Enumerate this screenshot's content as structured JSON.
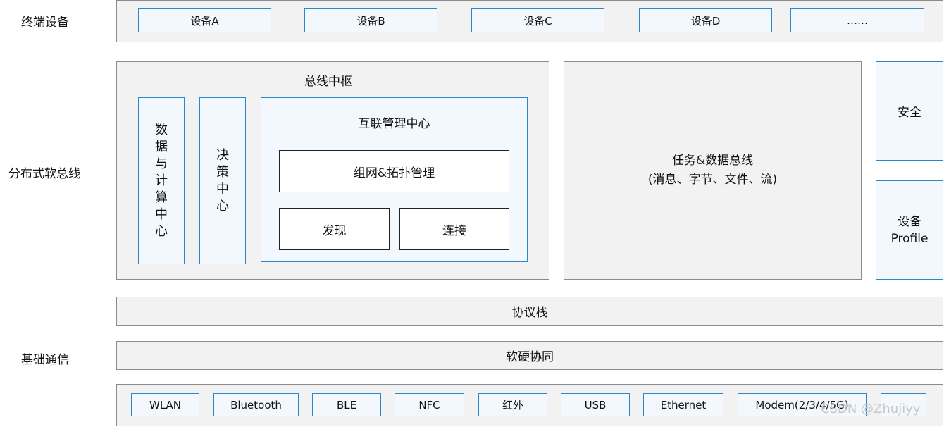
{
  "side_labels": {
    "terminal": "终端设备",
    "bus": "分布式软总线",
    "basic": "基础通信"
  },
  "devices": [
    "设备A",
    "设备B",
    "设备C",
    "设备D",
    "……"
  ],
  "bus_hub": {
    "title": "总线中枢",
    "data_compute": [
      "数",
      "据",
      "与",
      "计",
      "算",
      "中",
      "心"
    ],
    "decision": [
      "决",
      "策",
      "中",
      "心"
    ],
    "interconnect": {
      "title": "互联管理中心",
      "network": "组网&拓扑管理",
      "discovery": "发现",
      "connection": "连接"
    }
  },
  "task_bus": {
    "line1": "任务&数据总线",
    "line2": "(消息、字节、文件、流)"
  },
  "security": "安全",
  "device_profile": {
    "line1": "设备",
    "line2": "Profile"
  },
  "protocol_stack": "协议栈",
  "hw_sw": "软硬协同",
  "comm": [
    "WLAN",
    "Bluetooth",
    "BLE",
    "NFC",
    "红外",
    "USB",
    "Ethernet",
    "Modem(2/3/4/5G)",
    ""
  ],
  "watermark": "CSDN @Zhujiyy"
}
